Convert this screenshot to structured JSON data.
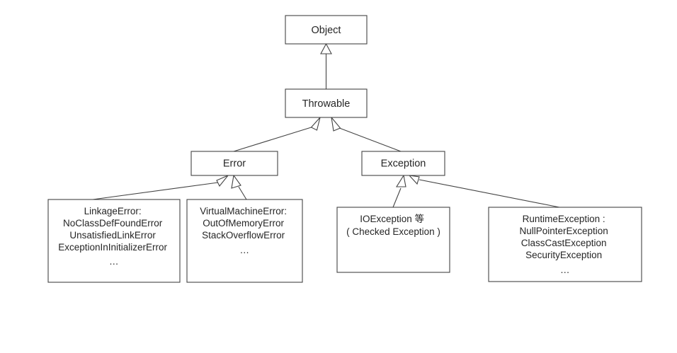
{
  "diagram": {
    "title": "Java Throwable class hierarchy",
    "type": "uml-class-hierarchy",
    "background_color": "#ffffff",
    "line_color": "#434343",
    "text_color": "#262626",
    "nodes": {
      "object": {
        "label": "Object"
      },
      "throwable": {
        "label": "Throwable"
      },
      "error": {
        "label": "Error"
      },
      "exception": {
        "label": "Exception"
      },
      "linkage_error": {
        "lines": [
          "LinkageError:",
          "NoClassDefFoundError",
          "UnsatisfiedLinkError",
          "ExceptionInInitializerError",
          "…"
        ]
      },
      "virtual_machine_error": {
        "lines": [
          "VirtualMachineError:",
          "OutOfMemoryError",
          "StackOverflowError",
          "…"
        ]
      },
      "io_exception": {
        "lines": [
          "IOException 等",
          "( Checked Exception )"
        ]
      },
      "runtime_exception": {
        "lines": [
          "RuntimeException :",
          "NullPointerException",
          "ClassCastException",
          "SecurityException",
          "…"
        ]
      }
    },
    "edges": [
      {
        "from": "throwable",
        "to": "object",
        "kind": "generalization"
      },
      {
        "from": "error",
        "to": "throwable",
        "kind": "generalization"
      },
      {
        "from": "exception",
        "to": "throwable",
        "kind": "generalization"
      },
      {
        "from": "linkage_error",
        "to": "error",
        "kind": "generalization"
      },
      {
        "from": "virtual_machine_error",
        "to": "error",
        "kind": "generalization"
      },
      {
        "from": "io_exception",
        "to": "exception",
        "kind": "generalization"
      },
      {
        "from": "runtime_exception",
        "to": "exception",
        "kind": "generalization"
      }
    ]
  }
}
